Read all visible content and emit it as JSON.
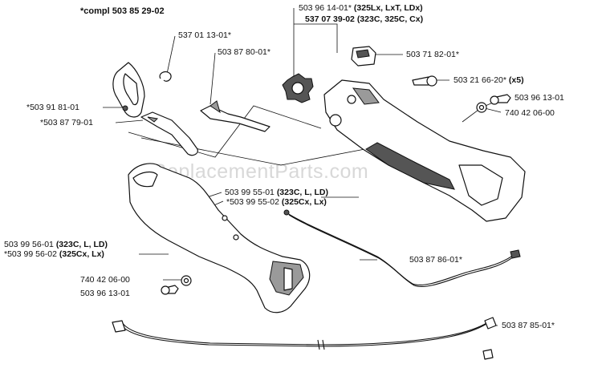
{
  "title": "*compl 503 85 29-02",
  "watermark": "eReplacementParts.com",
  "parts": {
    "p1": "537 01 13-01*",
    "p2": "503 87 80-01*",
    "p3a": "503 96 14-01*",
    "p3a_note": "(325Lx, LxT, LDx)",
    "p3b": "537 07 39-02",
    "p3b_note": "(323C, 325C, Cx)",
    "p4": "503 71 82-01*",
    "p5": "503 21 66-20*",
    "p5_note": "(x5)",
    "p6": "503 96 13-01",
    "p7": "740 42 06-00",
    "p8": "*503 91 81-01",
    "p9": "*503 87 79-01",
    "p10a": "503 99 55-01",
    "p10a_note": "(323C, L, LD)",
    "p10b": "*503 99 55-02",
    "p10b_note": "(325Cx, Lx)",
    "p11a": "503 99 56-01",
    "p11a_note": "(323C, L, LD)",
    "p11b": "*503 99 56-02",
    "p11b_note": "(325Cx, Lx)",
    "p12": "503 87 86-01*",
    "p13": "740 42 06-00",
    "p14": "503 96 13-01",
    "p15": "503 87 85-01*"
  },
  "colors": {
    "ink": "#111111",
    "fill": "#ffffff",
    "shade": "#9a9a9a",
    "watermark": "#d8d8d8"
  }
}
